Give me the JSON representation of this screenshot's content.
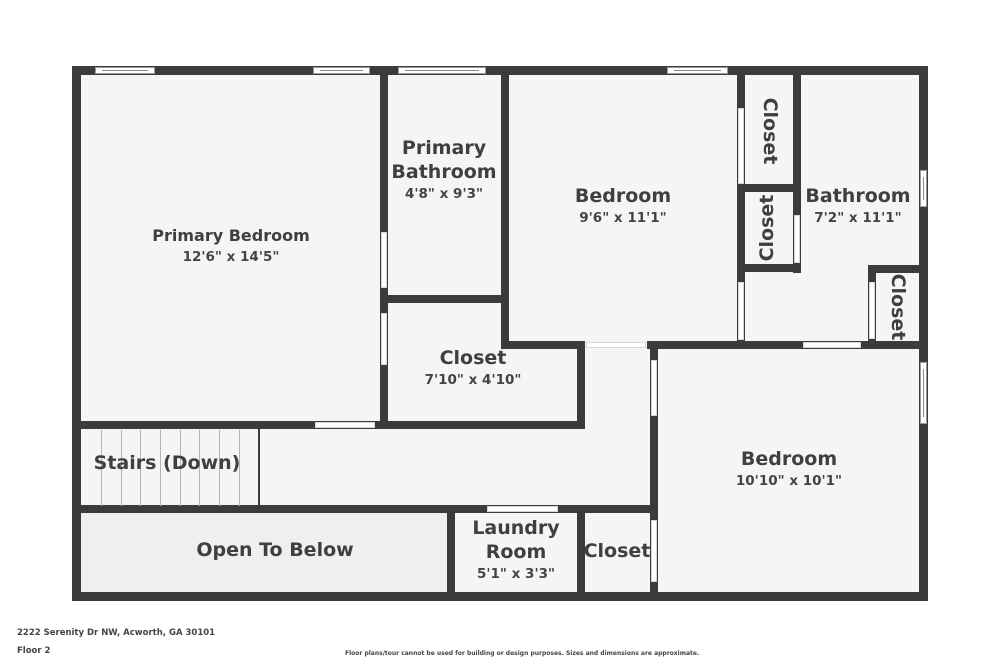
{
  "floorplan": {
    "address": "2222 Serenity Dr NW, Acworth, GA 30101",
    "floor": "Floor 2",
    "disclaimer": "Floor plans/tour cannot be used for building or design purposes. Sizes and dimensions are approximate.",
    "colors": {
      "wall": "#3b3b3b",
      "room_fill": "#f5f5f5",
      "open_to_below_fill": "#efefef",
      "text": "#3f3f3f",
      "background": "#ffffff"
    },
    "rooms": [
      {
        "id": "primary-bedroom",
        "name": "Primary Bedroom",
        "dimensions": "12'6\" x 14'5\""
      },
      {
        "id": "primary-bathroom",
        "name_line1": "Primary",
        "name_line2": "Bathroom",
        "dimensions": "4'8\" x 9'3\""
      },
      {
        "id": "bedroom-1",
        "name": "Bedroom",
        "dimensions": "9'6\" x 11'1\""
      },
      {
        "id": "closet-upper",
        "name": "Closet"
      },
      {
        "id": "closet-middle",
        "name": "Closet"
      },
      {
        "id": "bathroom",
        "name": "Bathroom",
        "dimensions": "7'2\" x 11'1\""
      },
      {
        "id": "closet-bathroom",
        "name": "Closet"
      },
      {
        "id": "walk-in-closet",
        "name": "Closet",
        "dimensions": "7'10\" x 4'10\""
      },
      {
        "id": "stairs",
        "name": "Stairs (Down)"
      },
      {
        "id": "open-to-below",
        "name": "Open To Below"
      },
      {
        "id": "laundry-room",
        "name_line1": "Laundry",
        "name_line2": "Room",
        "dimensions": "5'1\" x 3'3\""
      },
      {
        "id": "closet-hall",
        "name": "Closet"
      },
      {
        "id": "bedroom-2",
        "name": "Bedroom",
        "dimensions": "10'10\" x 10'1\""
      }
    ]
  }
}
